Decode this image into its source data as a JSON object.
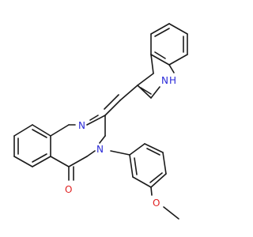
{
  "molecule": {
    "atoms": {
      "n_quinazoline": "N",
      "n_quinazolinone": "N",
      "o_carbonyl": "O",
      "o_methoxy": "O",
      "nh_indole": "H"
    },
    "indole_nh": {
      "n": "N",
      "h": "H"
    },
    "colors": {
      "bond": "#1a1a1a",
      "nitrogen": "#2a2ad8",
      "oxygen": "#e02020"
    }
  }
}
